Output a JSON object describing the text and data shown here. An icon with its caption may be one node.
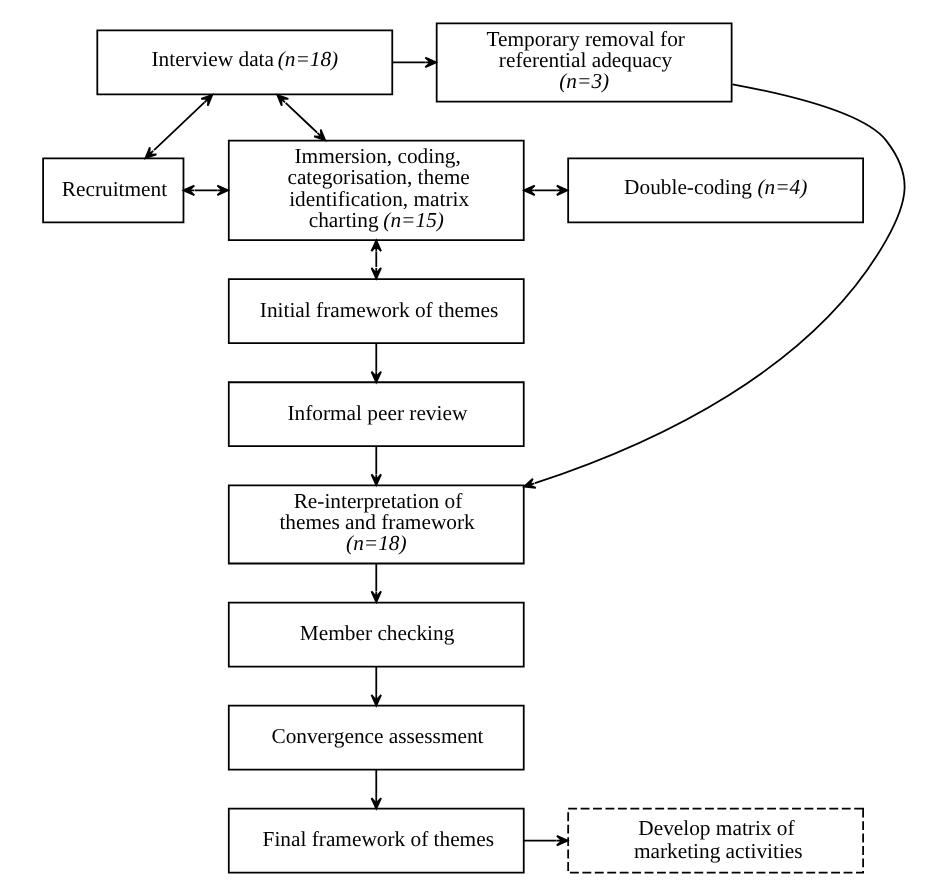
{
  "diagram": {
    "nodes": [
      {
        "text": [
          "Interview data *(n=18)*"
        ]
      },
      {
        "text": [
          "Temporary removal for referential adequacy *(n=3)*"
        ]
      },
      {
        "text": [
          "Recruitment"
        ]
      },
      {
        "text": [
          "Immersion, coding, categorisation, theme identification, matrix charting *(n=15)*"
        ]
      },
      {
        "text": [
          "Double-coding *(n=4)*"
        ]
      },
      {
        "text": [
          "Initial framework of themes"
        ]
      },
      {
        "text": [
          "Informal peer review"
        ]
      },
      {
        "text": [
          "Re-interpretation of themes and framework *(n=18)*"
        ]
      },
      {
        "text": [
          "Member checking"
        ]
      },
      {
        "text": [
          "Convergence assessment"
        ]
      },
      {
        "text": [
          "Final framework of themes"
        ]
      },
      {
        "text": [
          "Develop matrix of marketing activities"
        ]
      }
    ],
    "edges": [
      {
        "from": 2,
        "to": 0,
        "arrow": "both"
      },
      {
        "from": 2,
        "to": 3,
        "arrow": "both"
      },
      {
        "from": 0,
        "to": 1,
        "arrow": "to"
      },
      {
        "from": 0,
        "to": 3,
        "arrow": "both"
      },
      {
        "from": 3,
        "to": 4,
        "arrow": "both"
      },
      {
        "from": 3,
        "to": 5,
        "arrow": "both"
      },
      {
        "from": 5,
        "to": 6,
        "arrow": "to"
      },
      {
        "from": 6,
        "to": 7,
        "arrow": "to"
      },
      {
        "from": 1,
        "to": 7,
        "arrow": "to"
      },
      {
        "from": 7,
        "to": 8,
        "arrow": "to"
      },
      {
        "from": 8,
        "to": 9,
        "arrow": "to"
      },
      {
        "from": 9,
        "to": 10,
        "arrow": "to"
      },
      {
        "from": 10,
        "to": 11,
        "arrow": "to"
      }
    ]
  }
}
